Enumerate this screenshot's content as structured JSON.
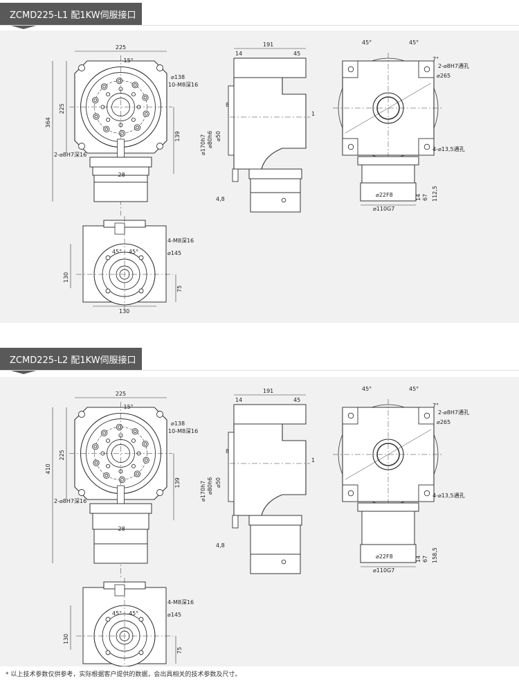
{
  "sections": [
    {
      "title": "ZCMD225-L1 配1KW伺服接口",
      "dims": {
        "width_top": "225",
        "angle_top": "15°",
        "pcd_outer": "⌀138",
        "thread_holes": "10-M8深16",
        "height_flange": "225",
        "height_total": "364",
        "height_139": "139",
        "pin_holes": "2-⌀8H7深16",
        "shaft_28": "28",
        "side_length": "191",
        "side_14": "14",
        "side_45": "45",
        "side_1": "1",
        "side_8": "8",
        "side_d170": "⌀170h7",
        "side_d80": "⌀80h6",
        "side_d50": "⌀50",
        "side_48": "4,8",
        "right_45a": "45°",
        "right_45b": "45°",
        "right_7": "7°",
        "right_pin": "2-⌀8H7通孔",
        "right_pcd": "⌀265",
        "right_holes": "4-⌀13,5通孔",
        "right_112": "112,5",
        "right_67": "67",
        "right_14": "14",
        "right_d22": "⌀22F8",
        "right_d110": "⌀110G7",
        "bot_m8": "4-M8深16",
        "bot_145": "⌀145",
        "bot_130h": "130",
        "bot_75": "75",
        "bot_130w": "130",
        "bot_45a": "45°",
        "bot_45b": "45°"
      }
    },
    {
      "title": "ZCMD225-L2 配1KW伺服接口",
      "dims": {
        "width_top": "225",
        "angle_top": "15°",
        "pcd_outer": "⌀138",
        "thread_holes": "10-M8深16",
        "height_flange": "225",
        "height_total": "410",
        "height_139": "139",
        "pin_holes": "2-⌀8H7深16",
        "shaft_28": "28",
        "side_length": "191",
        "side_14": "14",
        "side_45": "45",
        "side_1": "1",
        "side_8": "8",
        "side_d170": "⌀170h7",
        "side_d80": "⌀80h6",
        "side_d50": "⌀50",
        "side_48": "4,8",
        "right_45a": "45°",
        "right_45b": "45°",
        "right_7": "7°",
        "right_pin": "2-⌀8H7通孔",
        "right_pcd": "⌀265",
        "right_holes": "4-⌀13,5通孔",
        "right_112": "158,5",
        "right_67": "67",
        "right_14": "14",
        "right_d22": "⌀22F8",
        "right_d110": "⌀110G7",
        "bot_m8": "4-M8深16",
        "bot_145": "⌀145",
        "bot_130h": "130",
        "bot_75": "75",
        "bot_130w": "130",
        "bot_45a": "45°",
        "bot_45b": "45°"
      }
    }
  ],
  "footnote": "* 以上技术参数仅供参考，实际根据客户提供的数据，会出具相关的技术参数及尺寸。"
}
